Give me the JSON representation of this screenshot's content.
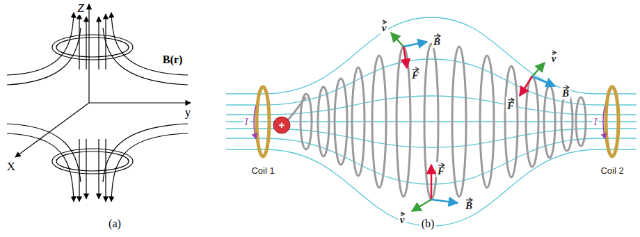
{
  "diagram": {
    "labels": [
      "Z",
      "y",
      "X",
      "B(r)",
      "(a)",
      "I",
      "+",
      "v",
      "B",
      "F",
      "v",
      "B",
      "F",
      "v",
      "B",
      "F",
      "I",
      "Coil 1",
      "Coil 2",
      "(b)"
    ]
  }
}
